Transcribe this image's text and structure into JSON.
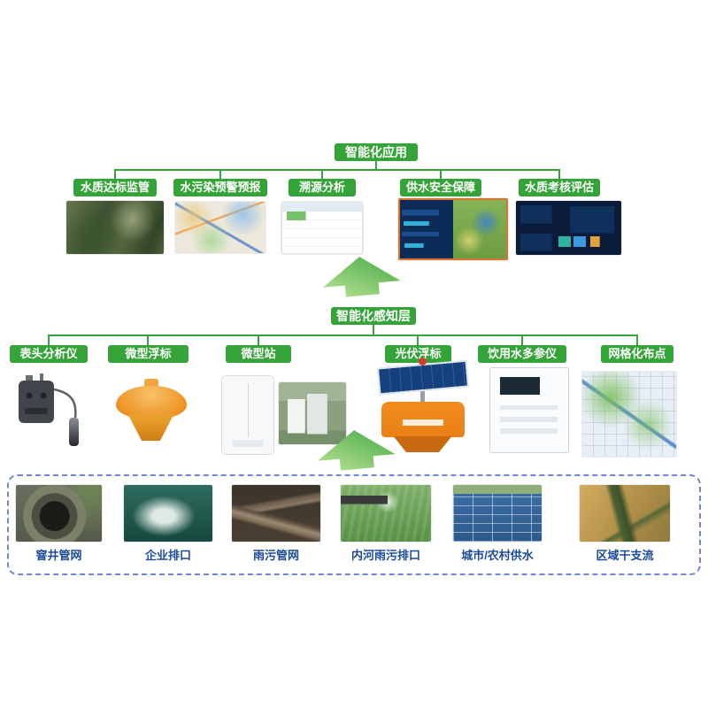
{
  "top": {
    "title": "智能化应用",
    "items": [
      {
        "label": "水质达标监管",
        "image": "satellite-map-screenshot"
      },
      {
        "label": "水污染预警预报",
        "image": "city-map-screenshot"
      },
      {
        "label": "溯源分析",
        "image": "table-dashboard-screenshot"
      },
      {
        "label": "供水安全保障",
        "image": "supply-dashboard-screenshot"
      },
      {
        "label": "水质考核评估",
        "image": "dark-dashboard-screenshot"
      }
    ]
  },
  "middle": {
    "title": "智能化感知层",
    "items": [
      {
        "label": "表头分析仪",
        "image": "probe-analyzer-device"
      },
      {
        "label": "微型浮标",
        "image": "micro-buoy-device"
      },
      {
        "label": "微型站",
        "image": "micro-station-cabinets"
      },
      {
        "label": "光伏浮标",
        "image": "solar-buoy-device"
      },
      {
        "label": "饮用水多参仪",
        "image": "wall-analyzer-device"
      },
      {
        "label": "网格化布点",
        "image": "grid-map"
      }
    ]
  },
  "bottom": {
    "items": [
      {
        "label": "窨井管网",
        "image": "manhole-photo"
      },
      {
        "label": "企业排口",
        "image": "enterprise-outlet-photo"
      },
      {
        "label": "雨污管网",
        "image": "sewage-pipes-photo"
      },
      {
        "label": "内河雨污排口",
        "image": "river-outlet-photo"
      },
      {
        "label": "城市/农村供水",
        "image": "water-supply-aerial-photo"
      },
      {
        "label": "区域干支流",
        "image": "river-basin-aerial-photo"
      }
    ]
  },
  "colors": {
    "green": "#35a438",
    "caption_blue": "#1b4a9b",
    "dashed_border_blue": "#6f86d6",
    "supply_frame_orange": "#d8752c",
    "buoy_orange": "#ee9526"
  }
}
